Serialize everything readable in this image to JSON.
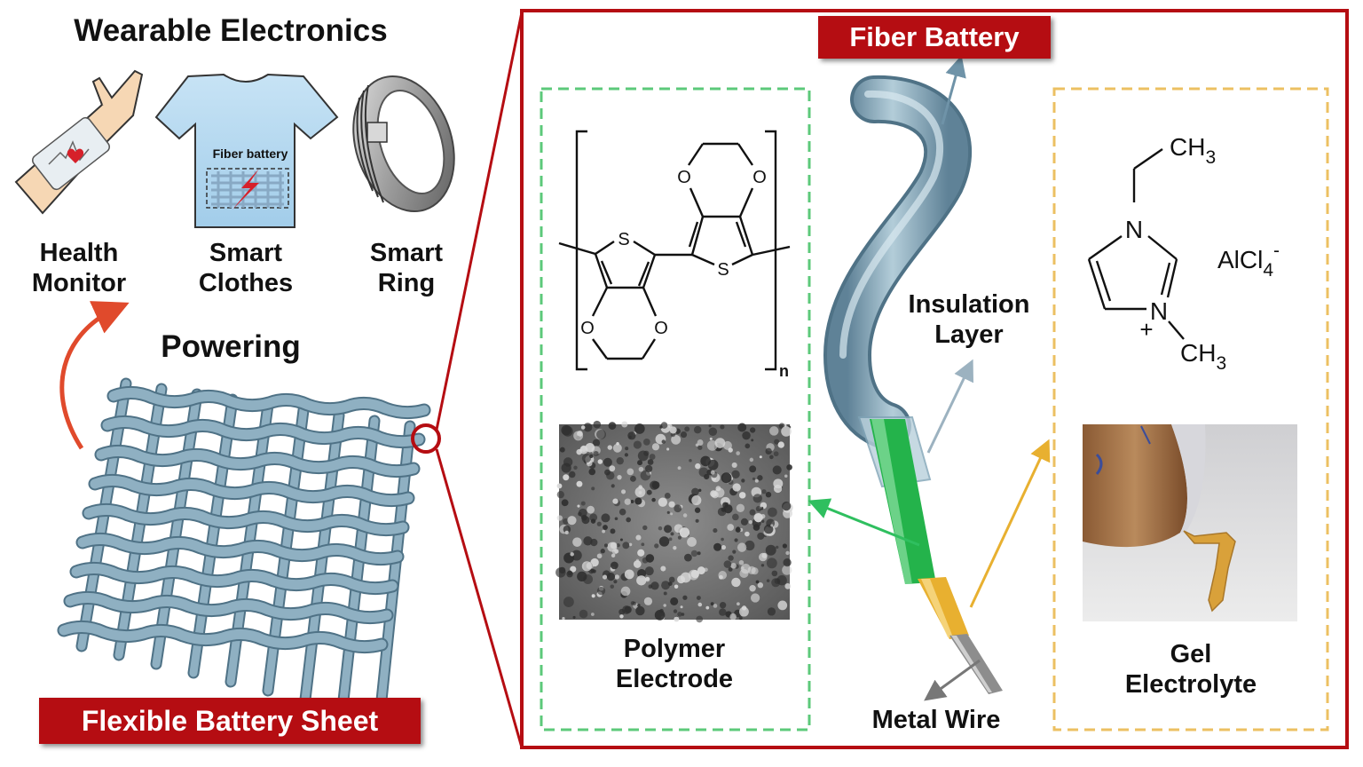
{
  "left": {
    "heading": "Wearable Electronics",
    "devices": [
      {
        "name": "Health Monitor",
        "line1": "Health",
        "line2": "Monitor",
        "icon": "arm-icon"
      },
      {
        "name": "Smart Clothes",
        "line1": "Smart",
        "line2": "Clothes",
        "icon": "tshirt-icon"
      },
      {
        "name": "Smart Ring",
        "line1": "Smart",
        "line2": "Ring",
        "icon": "ring-icon"
      }
    ],
    "shirt_label": "Fiber battery",
    "powering": "Powering",
    "sheet_title": "Flexible Battery Sheet"
  },
  "right": {
    "title": "Fiber Battery",
    "polymer": {
      "line1": "Polymer",
      "line2": "Electrode"
    },
    "insulation": {
      "line1": "Insulation",
      "line2": "Layer"
    },
    "metal_wire": "Metal Wire",
    "gel": {
      "line1": "Gel",
      "line2": "Electrolyte"
    },
    "pedot": {
      "S": "S",
      "O": "O",
      "n": "n"
    },
    "ionic": {
      "N": "N",
      "CH": "CH",
      "sub3": "3",
      "plus": "+",
      "AlCl": "AlCl",
      "sub4": "4",
      "minus": "-"
    }
  },
  "colors": {
    "red": "#b50d12",
    "green_box": "#5cc97a",
    "yellow_box": "#ecc062",
    "fiber_blue": "#7fa3b6",
    "electrode_green": "#24b34b",
    "electrolyte_yellow": "#e8b030",
    "wire_gray": "#8d8d8d"
  }
}
